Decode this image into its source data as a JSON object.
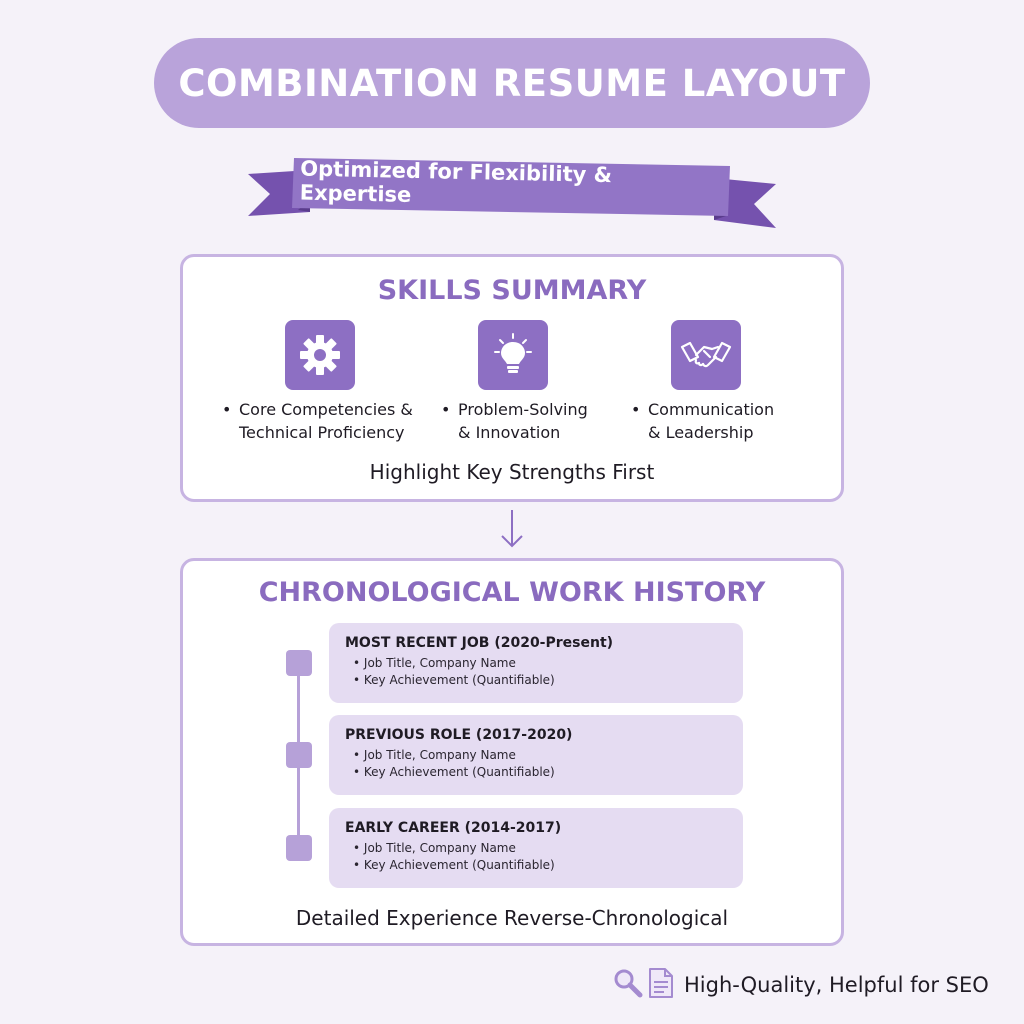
{
  "header": {
    "title": "COMBINATION RESUME LAYOUT",
    "ribbon": "Optimized for Flexibility & Expertise"
  },
  "skills": {
    "heading": "SKILLS SUMMARY",
    "items": [
      {
        "icon": "gear-icon",
        "line1": "Core Competencies &",
        "line2": "Technical Proficiency"
      },
      {
        "icon": "lightbulb-icon",
        "line1": "Problem-Solving",
        "line2": "& Innovation"
      },
      {
        "icon": "handshake-icon",
        "line1": "Communication",
        "line2": "& Leadership"
      }
    ],
    "footer": "Highlight Key Strengths First"
  },
  "work": {
    "heading": "CHRONOLOGICAL WORK HISTORY",
    "jobs": [
      {
        "title": "MOST RECENT JOB (2020-Present)",
        "line1": "Job Title, Company Name",
        "line2": "Key Achievement (Quantifiable)"
      },
      {
        "title": "PREVIOUS ROLE (2017-2020)",
        "line1": "Job Title, Company Name",
        "line2": "Key Achievement (Quantifiable)"
      },
      {
        "title": "EARLY CAREER (2014-2017)",
        "line1": "Job Title, Company Name",
        "line2": "Key Achievement (Quantifiable)"
      }
    ],
    "footer": "Detailed Experience Reverse-Chronological"
  },
  "seo": {
    "label": "High-Quality, Helpful for SEO",
    "icons": [
      "magnifier-icon",
      "document-icon"
    ]
  },
  "colors": {
    "accent": "#8d6fc3",
    "pill": "#b9a3da",
    "ribbon": "#8a6bbf",
    "job_bg": "#e5dcf2"
  }
}
